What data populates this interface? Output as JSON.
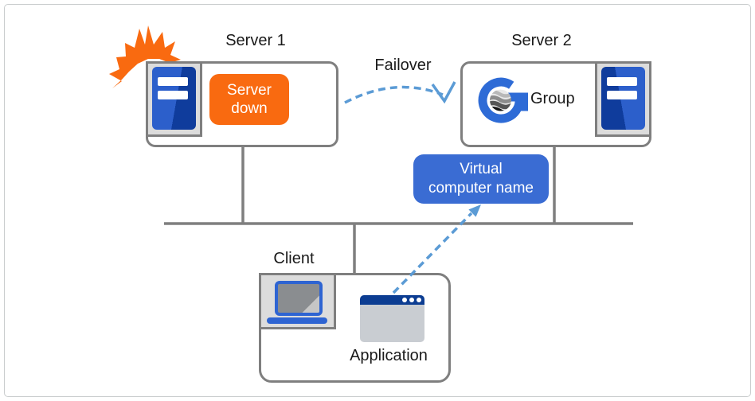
{
  "colors": {
    "orange": "#F96A10",
    "blue-box": "#3A6CD3",
    "arrow-blue": "#5B9BD5",
    "line-gray": "#7F7F7F",
    "tower-blue-dark": "#0F3C9C",
    "tower-blue-light": "#2C5FCB",
    "titlebar-blue": "#0C3D92",
    "laptop-blue": "#2E64D2",
    "icon-bg-gray": "#DCDCDC",
    "text-dark": "#1A1A1A"
  },
  "diagram": {
    "server1": {
      "title": "Server 1",
      "status_lines": [
        "Server",
        "down"
      ]
    },
    "server2": {
      "title": "Server 2",
      "group_label": "Group"
    },
    "failover": {
      "label": "Failover"
    },
    "virtual_name": {
      "lines": [
        "Virtual",
        "computer name"
      ]
    },
    "client": {
      "title": "Client",
      "application_label": "Application"
    }
  }
}
